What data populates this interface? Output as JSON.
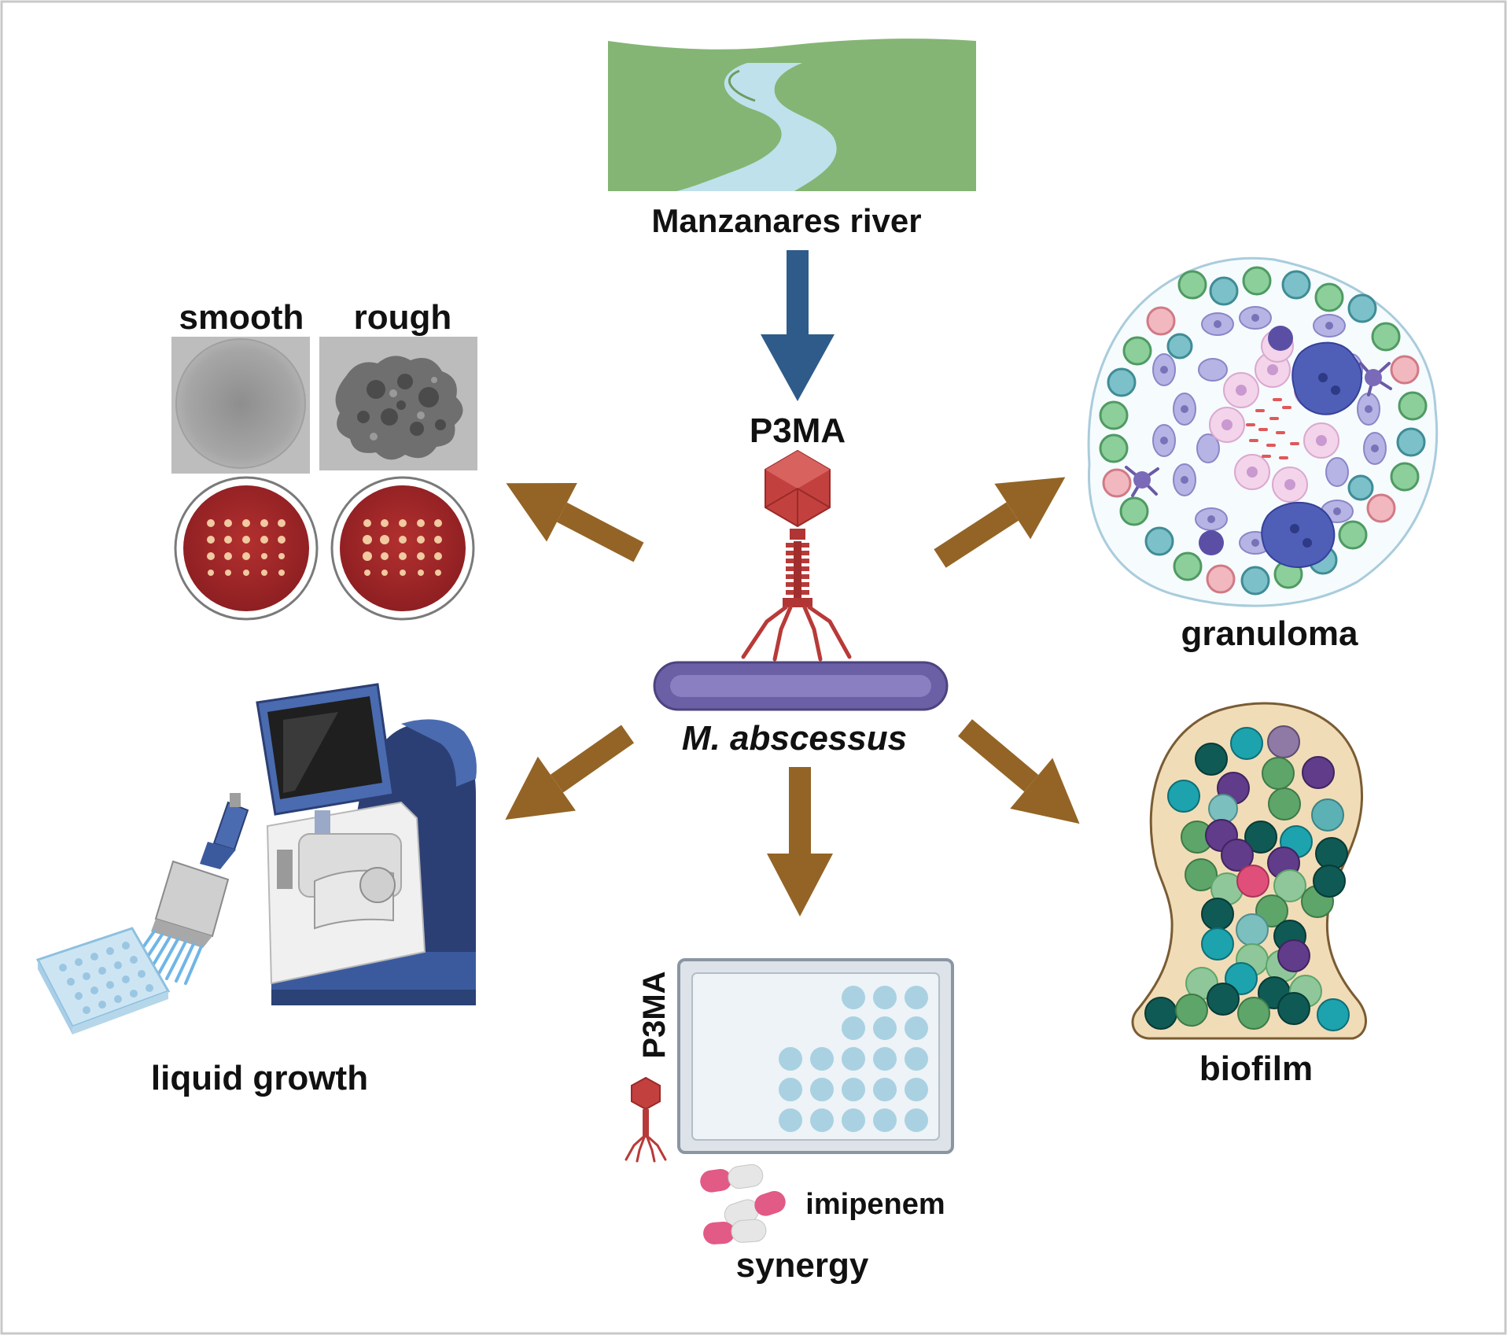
{
  "colors": {
    "frame": "#c8c8c8",
    "phage_arrow": "#2e5b89",
    "assay_arrow": "#936425",
    "river_land": "#84b574",
    "river_water": "#bfe1ec",
    "phage_head": "#c2413e",
    "bacterium": "#6b5fa5",
    "agar_plate": "#a8282a",
    "instrument_blue": "#3b5a9e",
    "well_blue": "#a9d1e2",
    "capsule_pink": "#e25a86",
    "biofilm_matrix": "#f1dcb8"
  },
  "labels": {
    "source": "Manzanares river",
    "phage": "P3MA",
    "host": "M. abscessus",
    "morphotype_smooth": "smooth",
    "morphotype_rough": "rough",
    "granuloma": "granuloma",
    "liquid_growth": "liquid growth",
    "biofilm": "biofilm",
    "synergy": "synergy",
    "plate_phage": "P3MA",
    "antibiotic": "imipenem"
  },
  "icons": {
    "river": "river-landscape-icon",
    "phage": "bacteriophage-icon",
    "bacterium": "rod-bacterium-icon",
    "colony": "colony-micrograph-icon",
    "agar_plate": "agar-plate-icon",
    "granuloma": "granuloma-icon",
    "instrument": "plate-reader-icon",
    "pipette": "multichannel-pipette-icon",
    "well_plate": "well-plate-icon",
    "capsule": "capsule-icon",
    "biofilm": "biofilm-icon"
  }
}
